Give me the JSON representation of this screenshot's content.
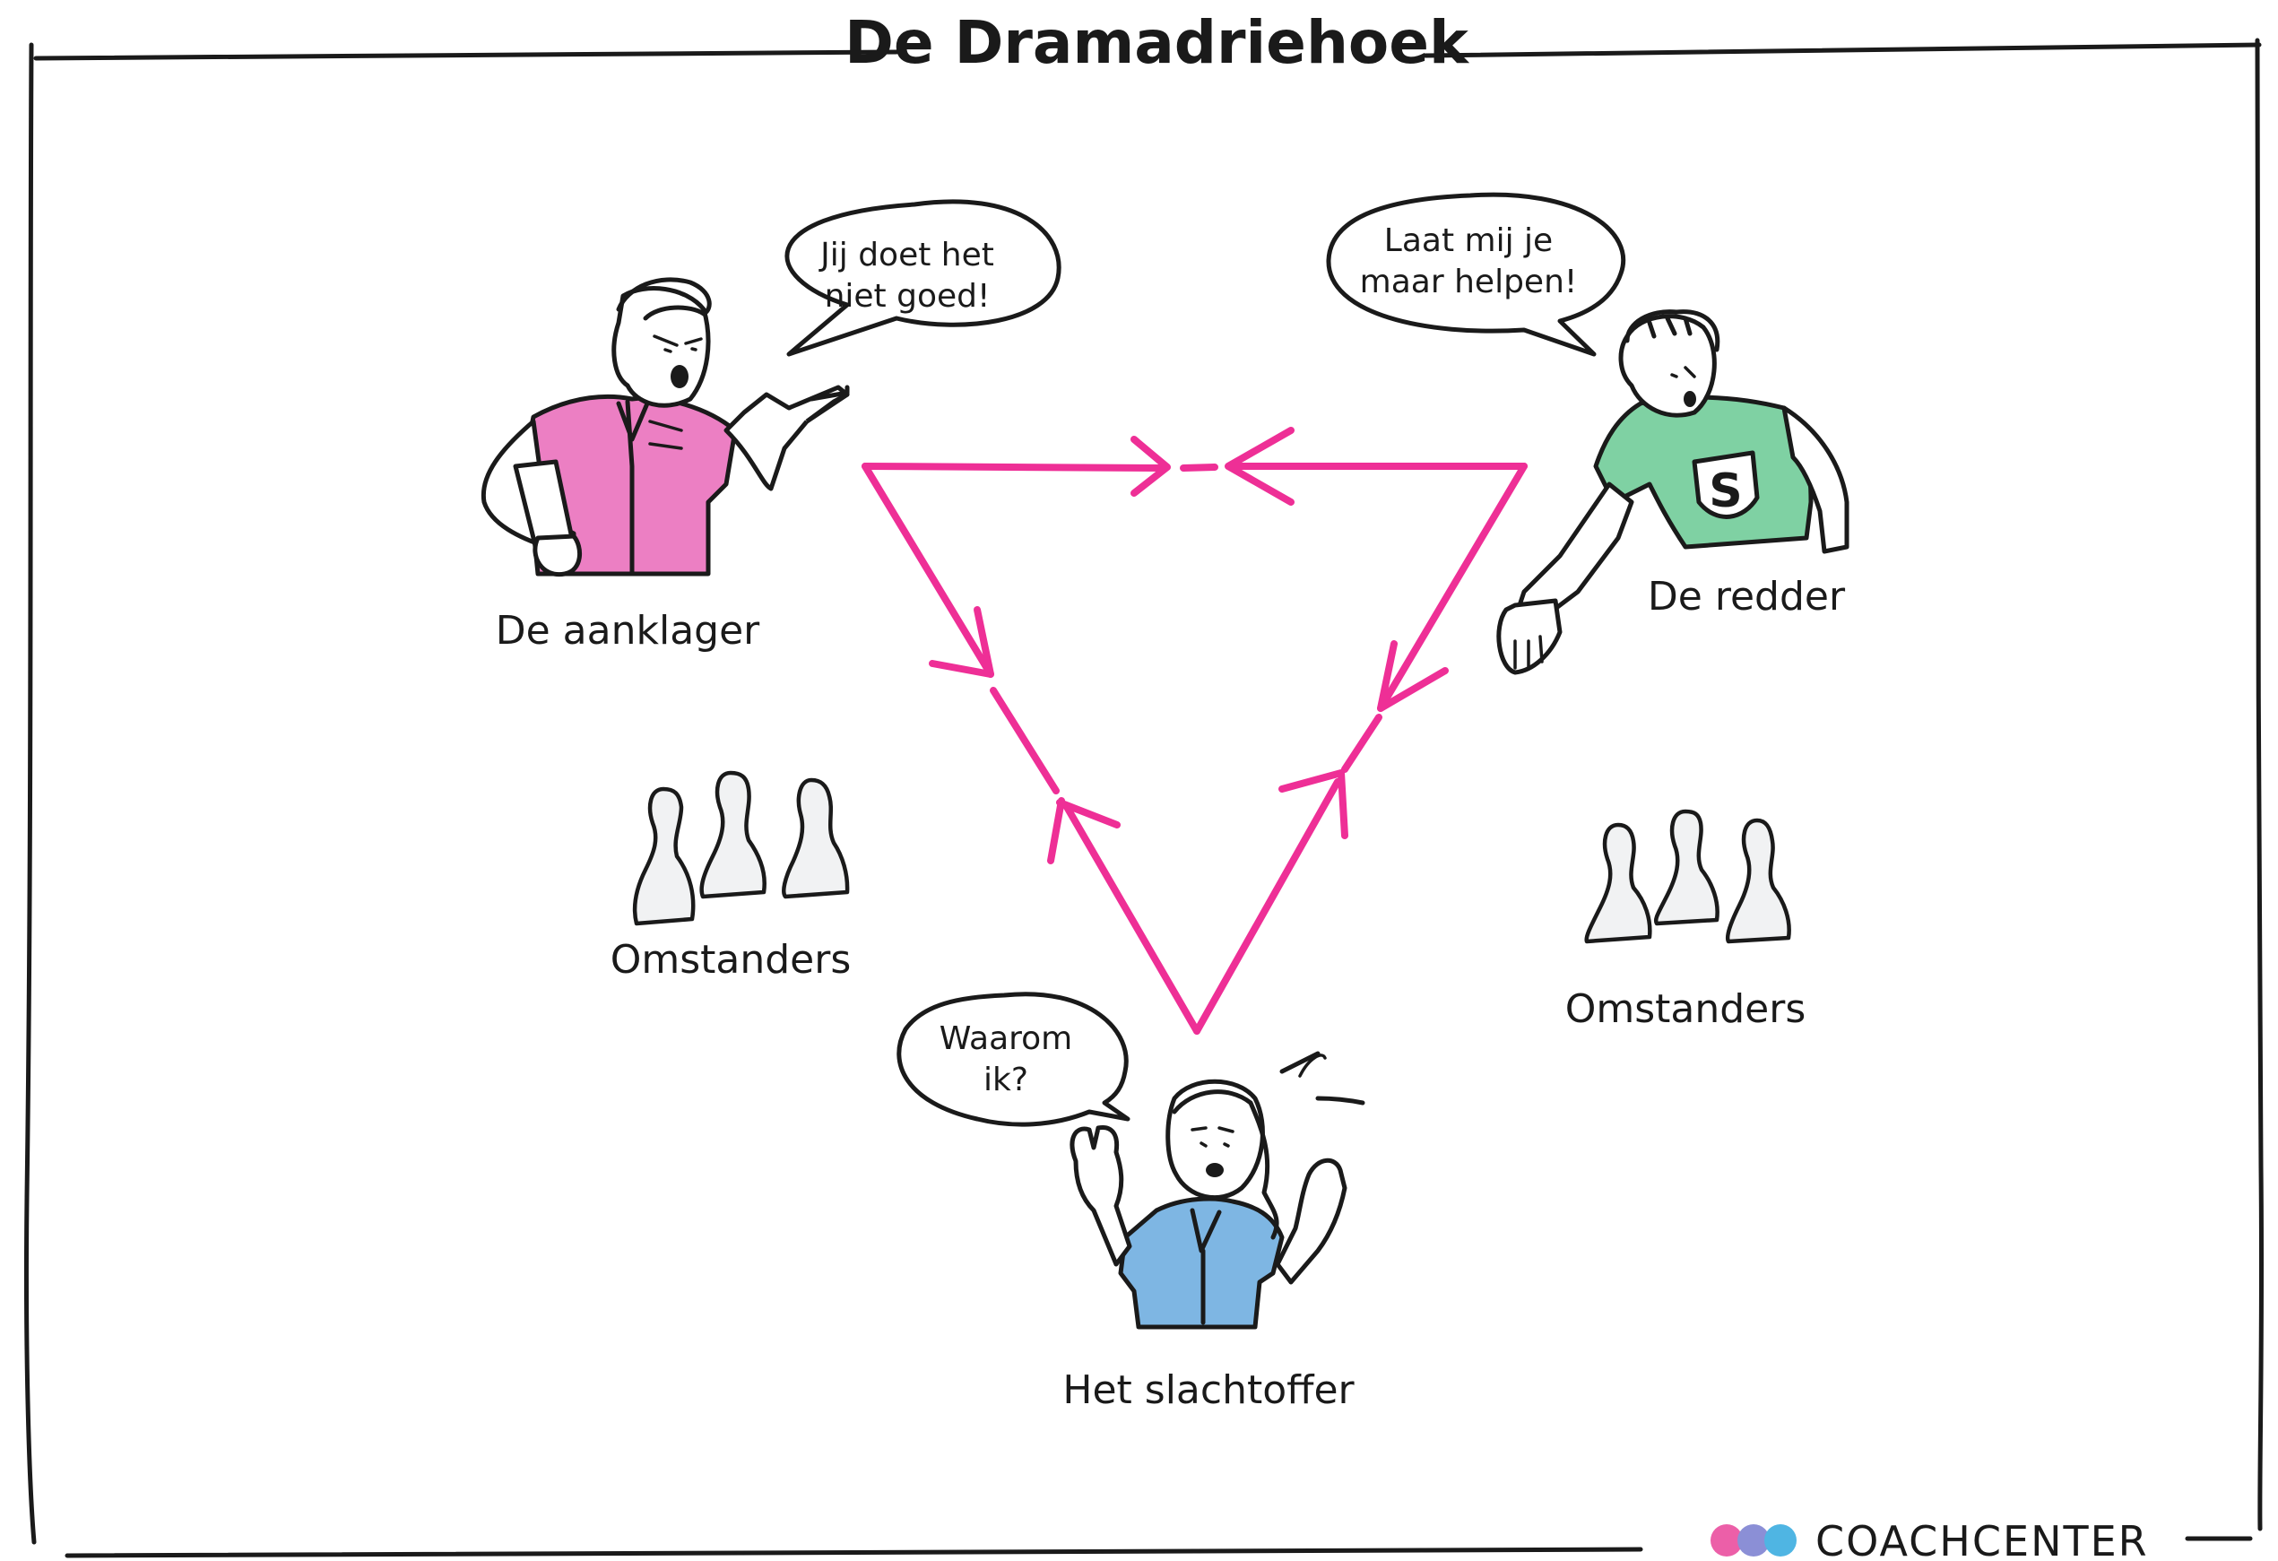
{
  "title": "De Dramadriehoek",
  "roles": {
    "aanklager": {
      "label": "De aanklager",
      "speech_line1": "Jij doet het",
      "speech_line2": "niet goed!",
      "shirt_color": "#ec7fc3"
    },
    "redder": {
      "label": "De redder",
      "speech_line1": "Laat mij je",
      "speech_line2": "maar helpen!",
      "shirt_color": "#7fd1a3",
      "shirt_emblem": "S"
    },
    "slachtoffer": {
      "label": "Het slachtoffer",
      "speech_line1": "Waarom",
      "speech_line2": "ik?",
      "shirt_color": "#7eb6e3"
    }
  },
  "bystanders": {
    "left_label": "Omstanders",
    "right_label": "Omstanders"
  },
  "triangle_color": "#ee2f96",
  "brand": {
    "name": "COACHCENTER",
    "dot_colors": [
      "#ec5fa8",
      "#8b8fd6",
      "#4fb5e3"
    ]
  }
}
